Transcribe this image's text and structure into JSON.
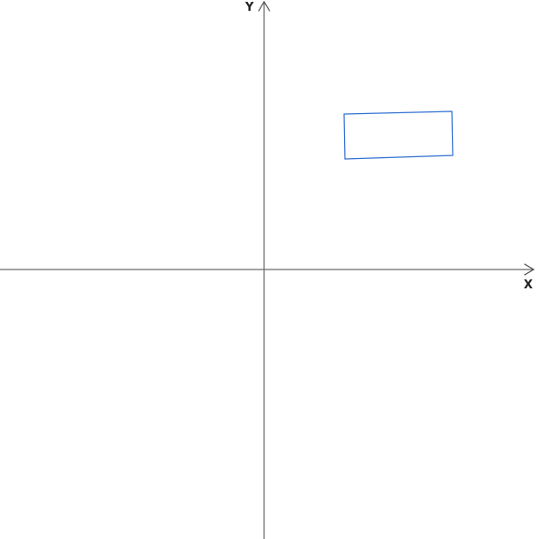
{
  "axes": {
    "x_label": "X",
    "y_label": "Y",
    "axis_color": "#6b6b6b"
  },
  "shape": {
    "type": "rectangle",
    "stroke_color": "#2f6fd1"
  }
}
